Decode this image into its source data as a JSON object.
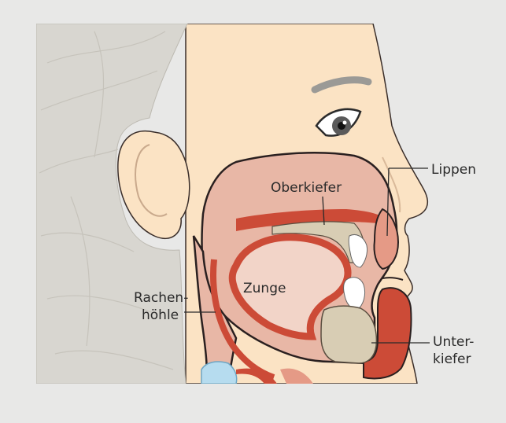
{
  "figure": {
    "labels": {
      "oberkiefer": "Oberkiefer",
      "lippen": "Lippen",
      "zunge": "Zunge",
      "rachen_line1": "Rachen-",
      "rachen_line2": "höhle",
      "unter_line1": "Unter-",
      "unter_line2": "kiefer"
    }
  },
  "colors": {
    "background": "#e8e8e7",
    "skin": "#fbe3c4",
    "hair": "#d8d6d0",
    "mucosa": "#e8b7a6",
    "tongue": "#f2d4c8",
    "muscle_red": "#cc4b37",
    "bone": "#d8cdb4",
    "teeth": "#ffffff",
    "airway": "#b6dcef"
  }
}
